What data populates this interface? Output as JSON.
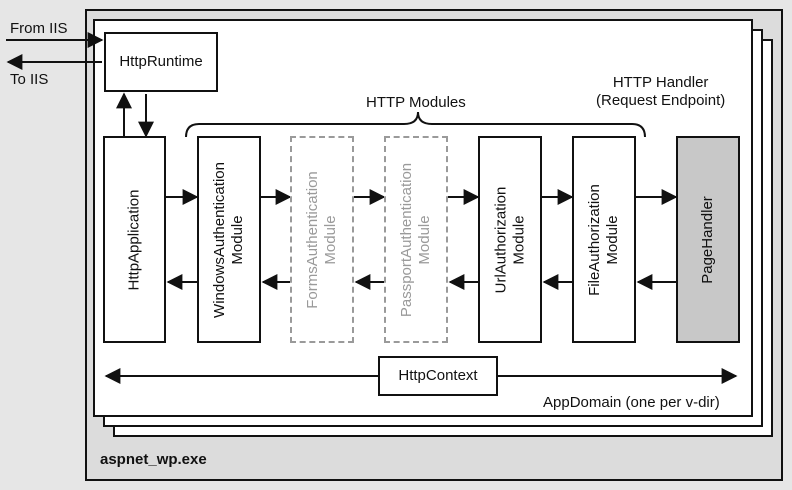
{
  "process": {
    "name": "aspnet_wp.exe"
  },
  "appdomain": {
    "label": "AppDomain (one per v-dir)"
  },
  "iis": {
    "from_label": "From IIS",
    "to_label": "To IIS"
  },
  "runtime": {
    "label": "HttpRuntime"
  },
  "application": {
    "label": "HttpApplication"
  },
  "modules_group": {
    "label": "HTTP Modules"
  },
  "handler_group": {
    "line1": "HTTP Handler",
    "line2": "(Request Endpoint)"
  },
  "modules": [
    {
      "line1": "WindowsAuthentication",
      "line2": "Module",
      "enabled": true
    },
    {
      "line1": "FormsAuthentication",
      "line2": "Module",
      "enabled": false
    },
    {
      "line1": "PassportAuthentication",
      "line2": "Module",
      "enabled": false
    },
    {
      "line1": "UrlAuthorization",
      "line2": "Module",
      "enabled": true
    },
    {
      "line1": "FileAuthorization",
      "line2": "Module",
      "enabled": true
    }
  ],
  "handler": {
    "label": "PageHandler"
  },
  "context": {
    "label": "HttpContext"
  },
  "colors": {
    "outer_bg": "#e6e6e6",
    "handler_fill": "#c8c8c8",
    "disabled": "#9a9a9a",
    "line": "#111111"
  }
}
